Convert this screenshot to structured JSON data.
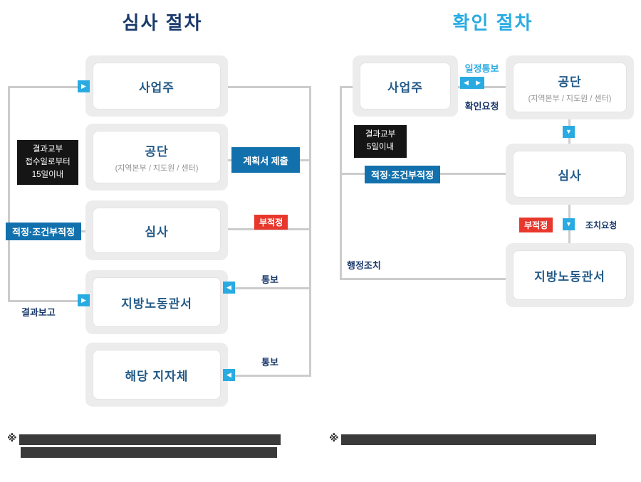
{
  "left_flow": {
    "title": "심사 절차",
    "nodes": [
      {
        "label": "사업주",
        "sub": ""
      },
      {
        "label": "공단",
        "sub": "(지역본부 / 지도원 / 센터)"
      },
      {
        "label": "심사",
        "sub": ""
      },
      {
        "label": "지방노동관서",
        "sub": ""
      },
      {
        "label": "해당 지자체",
        "sub": ""
      }
    ],
    "labels": {
      "result_delivery": [
        "결과교부",
        "접수일로부터",
        "15일이내"
      ],
      "adequacy_badge": "적정·조건부적정",
      "result_report": "결과보고",
      "submit": "계획서 제출",
      "inadequate": "부적정",
      "notify_labor": "통보",
      "notify_local": "통보"
    }
  },
  "right_flow": {
    "title": "확인 절차",
    "nodes": [
      {
        "label": "사업주",
        "sub": ""
      },
      {
        "label": "공단",
        "sub": "(지역본부 / 지도원 / 센터)"
      },
      {
        "label": "심사",
        "sub": ""
      },
      {
        "label": "지방노동관서",
        "sub": ""
      }
    ],
    "labels": {
      "schedule_notice": "일정통보",
      "confirm_request": "확인요청",
      "result_delivery": [
        "결과교부",
        "5일이내"
      ],
      "adequacy_badge": "적정·조건부적정",
      "inadequate": "부적정",
      "action_request": "조치요청",
      "admin_action": "행정조치"
    }
  },
  "footnotes": {
    "left_marker": "※",
    "right_marker": "※"
  },
  "colors": {
    "navy": "#1b3a6b",
    "cyan": "#29abe2",
    "blue": "#1271ad",
    "red": "#e8382d"
  }
}
